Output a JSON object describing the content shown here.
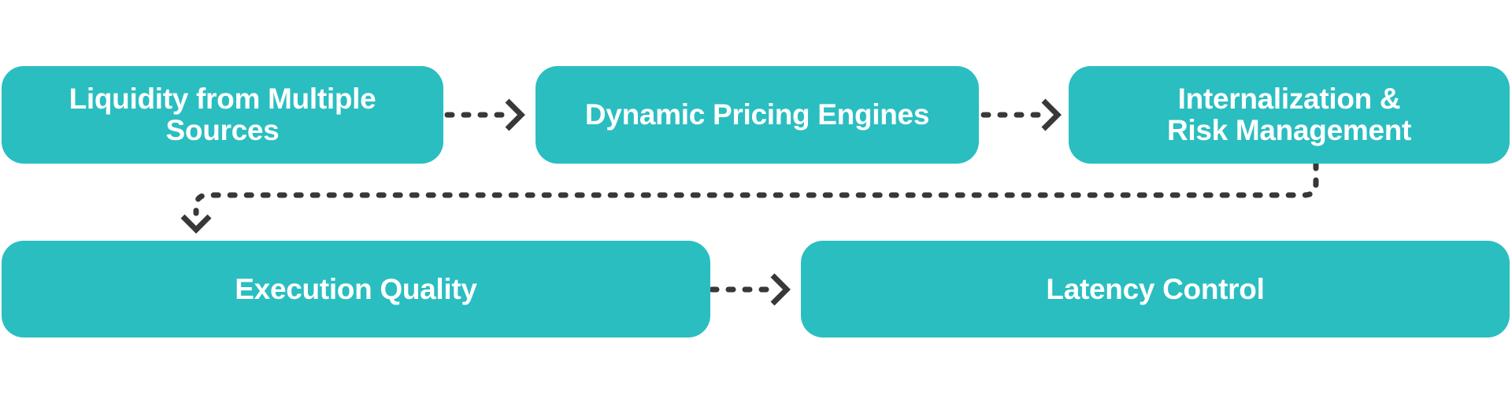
{
  "diagram": {
    "background_color": "#ffffff",
    "node_fill_color": "#2abec1",
    "node_text_color": "#ffffff",
    "arrow_color": "#383838",
    "nodes": [
      {
        "id": "liquidity-sources",
        "label": "Liquidity from Multiple\nSources"
      },
      {
        "id": "dynamic-pricing-engines",
        "label": "Dynamic Pricing Engines"
      },
      {
        "id": "internalization-risk-management",
        "label": "Internalization &\nRisk Management"
      },
      {
        "id": "execution-quality",
        "label": "Execution Quality"
      },
      {
        "id": "latency-control",
        "label": "Latency Control"
      }
    ],
    "edges": [
      {
        "from": "liquidity-sources",
        "to": "dynamic-pricing-engines",
        "style": "dashed-arrow"
      },
      {
        "from": "dynamic-pricing-engines",
        "to": "internalization-risk-management",
        "style": "dashed-arrow"
      },
      {
        "from": "internalization-risk-management",
        "to": "execution-quality",
        "style": "dashed-arrow"
      },
      {
        "from": "execution-quality",
        "to": "latency-control",
        "style": "dashed-arrow"
      }
    ]
  }
}
